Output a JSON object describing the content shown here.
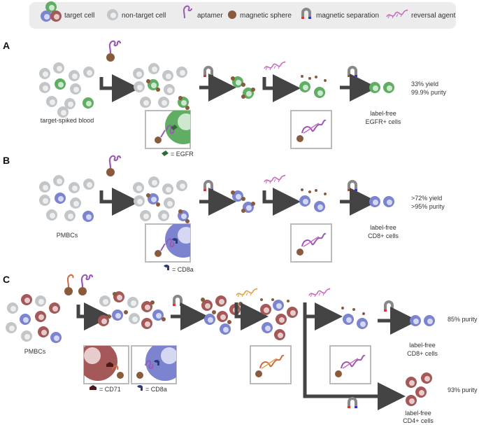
{
  "legend": {
    "items": [
      {
        "icon": "target-cell-icon",
        "label": "target cell"
      },
      {
        "icon": "non-target-cell-icon",
        "label": "non-target cell"
      },
      {
        "icon": "aptamer-icon",
        "label": "aptamer"
      },
      {
        "icon": "magnetic-sphere-icon",
        "label": "magnetic sphere"
      },
      {
        "icon": "magnet-icon",
        "label": "magnetic separation"
      },
      {
        "icon": "reversal-agent-icon",
        "label": "reversal agent"
      }
    ]
  },
  "panels": {
    "A": {
      "letter": "A",
      "start_label": "target-spiked blood",
      "inset_key": "= EGFR",
      "result_line1": "label-free",
      "result_line2": "EGFR+ cells",
      "stat1": "33% yield",
      "stat2": "99.9% purity"
    },
    "B": {
      "letter": "B",
      "start_label": "PMBCs",
      "inset_key": "= CD8a",
      "result_line1": "label-free",
      "result_line2": "CD8+ cells",
      "stat1": ">72% yield",
      "stat2": ">95% purity"
    },
    "C": {
      "letter": "C",
      "start_label": "PMBCs",
      "inset_key_cd71": "= CD71",
      "inset_key_cd8a": "= CD8a",
      "result1_line1": "label-free",
      "result1_line2": "CD8+ cells",
      "stat1": "85% purity",
      "result2_line1": "label-free",
      "result2_line2": "CD4+ cells",
      "stat2": "93% purity"
    }
  },
  "colors": {
    "target_green": "#6bb36b",
    "target_blue": "#7f86c9",
    "target_red": "#a85a5a",
    "non_target": "#c4c8cb",
    "aptamer": "#9b59b6",
    "sphere": "#8a5a3c",
    "arrow": "#444444"
  }
}
